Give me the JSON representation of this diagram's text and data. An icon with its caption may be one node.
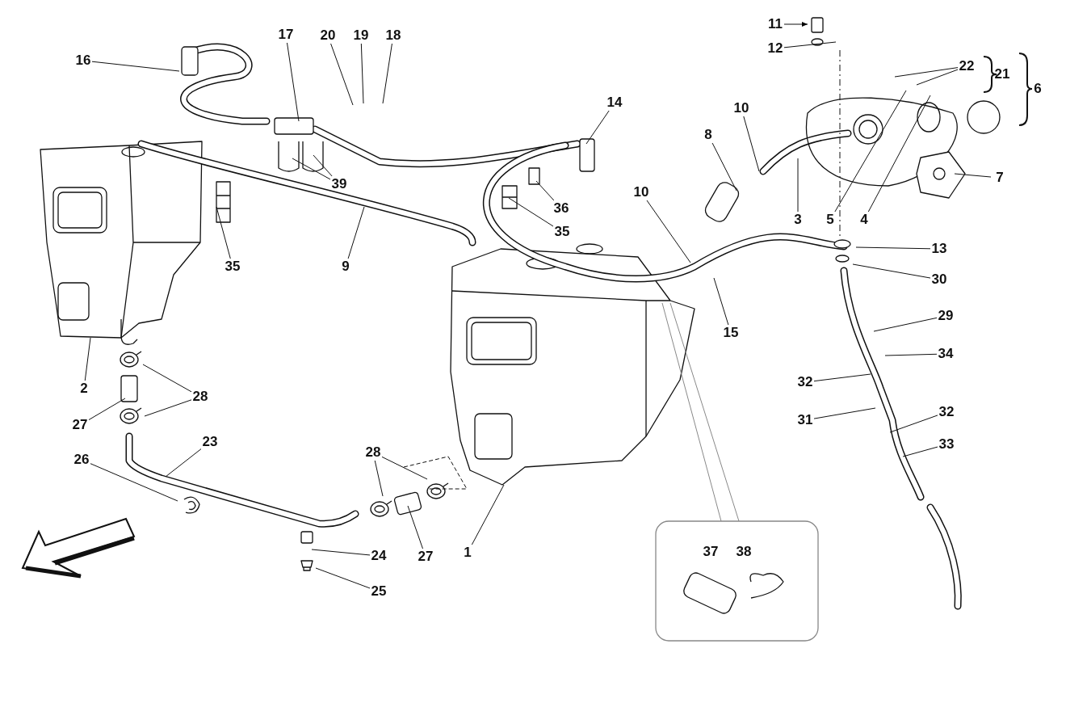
{
  "diagram": {
    "nodes": [
      {
        "text": [
          "11"
        ]
      },
      {
        "text": [
          "12"
        ]
      },
      {
        "text": [
          "16"
        ]
      },
      {
        "text": [
          "17"
        ]
      },
      {
        "text": [
          "20"
        ]
      },
      {
        "text": [
          "19"
        ]
      },
      {
        "text": [
          "18"
        ]
      },
      {
        "text": [
          "22"
        ]
      },
      {
        "text": [
          "14"
        ]
      },
      {
        "text": [
          "10"
        ]
      },
      {
        "text": [
          "8"
        ]
      },
      {
        "text": [
          "7"
        ]
      },
      {
        "text": [
          "39"
        ]
      },
      {
        "text": [
          "36"
        ]
      },
      {
        "text": [
          "10"
        ]
      },
      {
        "text": [
          "35"
        ]
      },
      {
        "text": [
          "3"
        ]
      },
      {
        "text": [
          "5"
        ]
      },
      {
        "text": [
          "4"
        ]
      },
      {
        "text": [
          "13"
        ]
      },
      {
        "text": [
          "35"
        ]
      },
      {
        "text": [
          "9"
        ]
      },
      {
        "text": [
          "30"
        ]
      },
      {
        "text": [
          "29"
        ]
      },
      {
        "text": [
          "15"
        ]
      },
      {
        "text": [
          "34"
        ]
      },
      {
        "text": [
          "2"
        ]
      },
      {
        "text": [
          "32"
        ]
      },
      {
        "text": [
          "28"
        ]
      },
      {
        "text": [
          "32"
        ]
      },
      {
        "text": [
          "31"
        ]
      },
      {
        "text": [
          "27"
        ]
      },
      {
        "text": [
          "23"
        ]
      },
      {
        "text": [
          "33"
        ]
      },
      {
        "text": [
          "28"
        ]
      },
      {
        "text": [
          "26"
        ]
      },
      {
        "text": [
          "1"
        ]
      },
      {
        "text": [
          "24"
        ]
      },
      {
        "text": [
          "27"
        ]
      },
      {
        "text": [
          "25"
        ]
      }
    ],
    "edges": [
      {
        "from": 0,
        "to": null,
        "arrow": "to"
      },
      {
        "from": 1,
        "to": null,
        "arrow": "none"
      },
      {
        "from": 2,
        "to": null,
        "arrow": "none"
      },
      {
        "from": 3,
        "to": null,
        "arrow": "none"
      },
      {
        "from": 4,
        "to": null,
        "arrow": "none"
      },
      {
        "from": 5,
        "to": null,
        "arrow": "none"
      },
      {
        "from": 6,
        "to": null,
        "arrow": "none"
      },
      {
        "from": 7,
        "to": null,
        "arrow": "none"
      },
      {
        "from": 7,
        "to": null,
        "arrow": "none"
      },
      {
        "from": 8,
        "to": null,
        "arrow": "none"
      },
      {
        "from": 9,
        "to": null,
        "arrow": "none"
      },
      {
        "from": 10,
        "to": null,
        "arrow": "none"
      },
      {
        "from": 11,
        "to": null,
        "arrow": "none"
      },
      {
        "from": 12,
        "to": null,
        "arrow": "none"
      },
      {
        "from": 12,
        "to": null,
        "arrow": "none"
      },
      {
        "from": 13,
        "to": null,
        "arrow": "none"
      },
      {
        "from": 14,
        "to": null,
        "arrow": "none"
      },
      {
        "from": 15,
        "to": null,
        "arrow": "none"
      },
      {
        "from": 16,
        "to": null,
        "arrow": "none"
      },
      {
        "from": 17,
        "to": null,
        "arrow": "none"
      },
      {
        "from": 18,
        "to": null,
        "arrow": "none"
      },
      {
        "from": 19,
        "to": null,
        "arrow": "none"
      },
      {
        "from": 20,
        "to": null,
        "arrow": "none"
      },
      {
        "from": 21,
        "to": null,
        "arrow": "none"
      },
      {
        "from": 22,
        "to": null,
        "arrow": "none"
      },
      {
        "from": 23,
        "to": null,
        "arrow": "none"
      },
      {
        "from": 24,
        "to": null,
        "arrow": "none"
      },
      {
        "from": 25,
        "to": null,
        "arrow": "none"
      },
      {
        "from": 26,
        "to": null,
        "arrow": "none"
      },
      {
        "from": 27,
        "to": null,
        "arrow": "none"
      },
      {
        "from": 28,
        "to": null,
        "arrow": "none"
      },
      {
        "from": 28,
        "to": null,
        "arrow": "none"
      },
      {
        "from": 29,
        "to": null,
        "arrow": "none"
      },
      {
        "from": 30,
        "to": null,
        "arrow": "none"
      },
      {
        "from": 31,
        "to": null,
        "arrow": "none"
      },
      {
        "from": 32,
        "to": null,
        "arrow": "none"
      },
      {
        "from": 33,
        "to": null,
        "arrow": "none"
      },
      {
        "from": 34,
        "to": null,
        "arrow": "none"
      },
      {
        "from": 34,
        "to": null,
        "arrow": "none"
      },
      {
        "from": 35,
        "to": null,
        "arrow": "none"
      },
      {
        "from": 36,
        "to": null,
        "arrow": "none"
      },
      {
        "from": 37,
        "to": null,
        "arrow": "none"
      },
      {
        "from": 38,
        "to": null,
        "arrow": "none"
      },
      {
        "from": 39,
        "to": null,
        "arrow": "none"
      }
    ],
    "labels": [
      "21",
      "6",
      "37",
      "38"
    ]
  }
}
